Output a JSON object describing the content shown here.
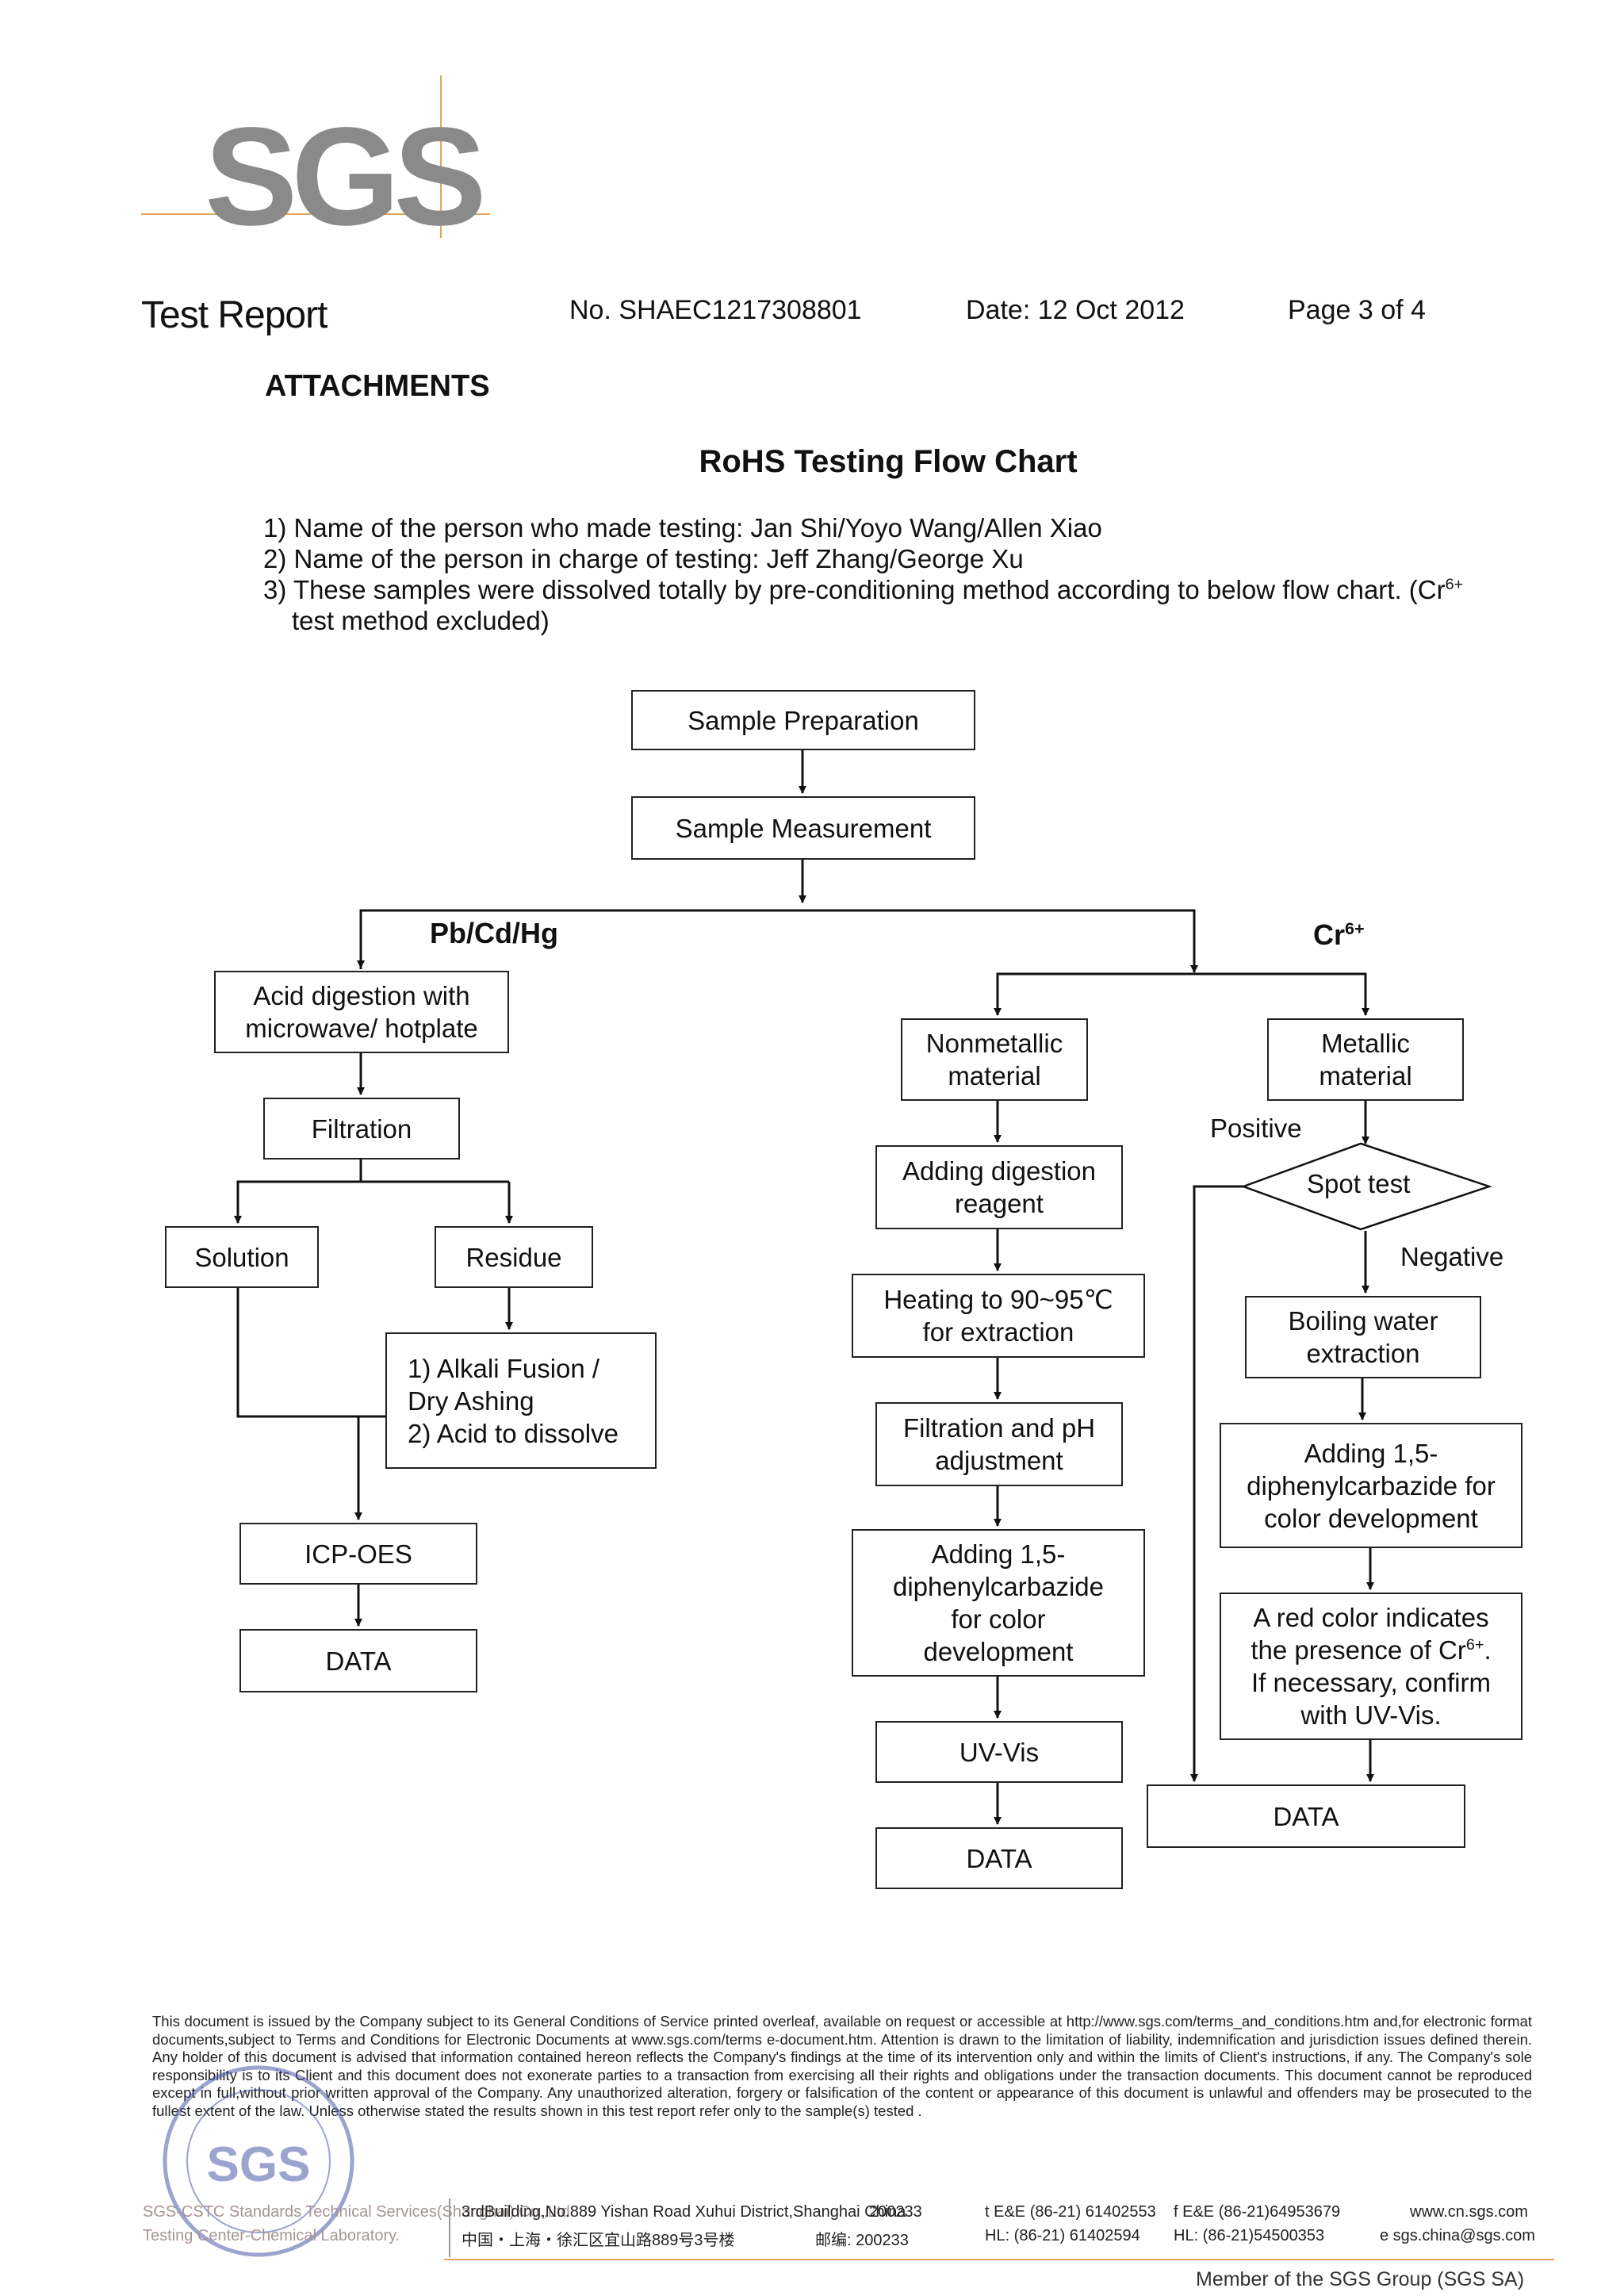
{
  "logo": {
    "text": "SGS",
    "color": "#8a8a8a",
    "line_color": "#e2a55a"
  },
  "header": {
    "title": "Test Report",
    "report_no": "No. SHAEC1217308801",
    "date": "Date: 12 Oct 2012",
    "page": "Page 3 of 4"
  },
  "attachments_heading": "ATTACHMENTS",
  "flow_title": "RoHS Testing Flow Chart",
  "notes": {
    "line1": "1) Name of the person who made testing: Jan Shi/Yoyo Wang/Allen Xiao",
    "line2": "2) Name of the person in charge of testing: Jeff Zhang/George Xu",
    "line3_main": "3) These samples were dissolved totally by pre-conditioning method according to below flow chart. (Cr",
    "line3_sup": "6+",
    "line3_cont": "test method excluded)"
  },
  "flow": {
    "sample_preparation": "Sample Preparation",
    "sample_measurement": "Sample Measurement",
    "branch_pb": "Pb/Cd/Hg",
    "branch_cr": "Cr",
    "branch_cr_sup": "6+",
    "acid_digestion": "Acid digestion with\nmicrowave/ hotplate",
    "filtration": "Filtration",
    "solution": "Solution",
    "residue": "Residue",
    "alkali": "1) Alkali Fusion /\n   Dry Ashing\n2) Acid to dissolve",
    "icp": "ICP-OES",
    "data_left": "DATA",
    "nonmetallic": "Nonmetallic\nmaterial",
    "adding_digestion": "Adding digestion\nreagent",
    "heating": "Heating to 90~95℃\nfor extraction",
    "filtration_ph": "Filtration and pH\nadjustment",
    "adding_diphenyl_mid": "Adding 1,5-\ndiphenylcarbazide\nfor color\ndevelopment",
    "uvvis": "UV-Vis",
    "data_mid": "DATA",
    "metallic": "Metallic\nmaterial",
    "positive": "Positive",
    "spot_test": "Spot test",
    "negative": "Negative",
    "boiling": "Boiling water\nextraction",
    "adding_diphenyl_right": "Adding 1,5-\ndiphenylcarbazide for\ncolor development",
    "red_line1": "A red color indicates",
    "red_line2": "the presence of Cr",
    "red_line2_sup": "6+",
    "red_line2_end": ".",
    "red_line3": "If necessary, confirm",
    "red_line4": "with UV-Vis.",
    "data_right": "DATA"
  },
  "footer": {
    "disclaimer": "This document is issued by the Company subject to its General Conditions of Service printed overleaf, available on request or accessible at http://www.sgs.com/terms_and_conditions.htm and,for electronic format documents,subject to Terms and Conditions for Electronic Documents at www.sgs.com/terms e-document.htm. Attention is drawn to the limitation of liability, indemnification and jurisdiction issues defined therein. Any holder of this document is advised that information contained hereon reflects the Company's findings at the time of its intervention only and within the limits of Client's instructions, if any. The Company's sole responsibility is to its Client and this document does not exonerate parties to a transaction from exercising all their rights and obligations under the transaction documents. This document cannot be reproduced except in full,without prior written approval of the Company. Any unauthorized alteration, forgery or falsification of the content or appearance of this document is unlawful and offenders may be prosecuted to the fullest extent of the law. Unless otherwise stated the results shown in this test report refer only to the sample(s) tested .",
    "company_en": "SGS-CSTC Standards Technical Services(Shanghai) Co.,Ltd.",
    "company_lab": "Testing Center-Chemical Laboratory.",
    "address_en": "3rdBuilding,No.889 Yishan Road Xuhui District,Shanghai China",
    "address_cn": "中国・上海・徐汇区宜山路889号3号楼",
    "postcode_en": "200233",
    "postcode_cn": "邮编: 200233",
    "tel1": "t E&E (86-21) 61402553",
    "fax1": "f E&E (86-21)64953679",
    "tel2": "HL: (86-21) 61402594",
    "fax2": "HL: (86-21)54500353",
    "web": "www.cn.sgs.com",
    "email": "e  sgs.china@sgs.com",
    "member": "Member of the SGS Group (SGS SA)",
    "seal_text": "SGS"
  }
}
